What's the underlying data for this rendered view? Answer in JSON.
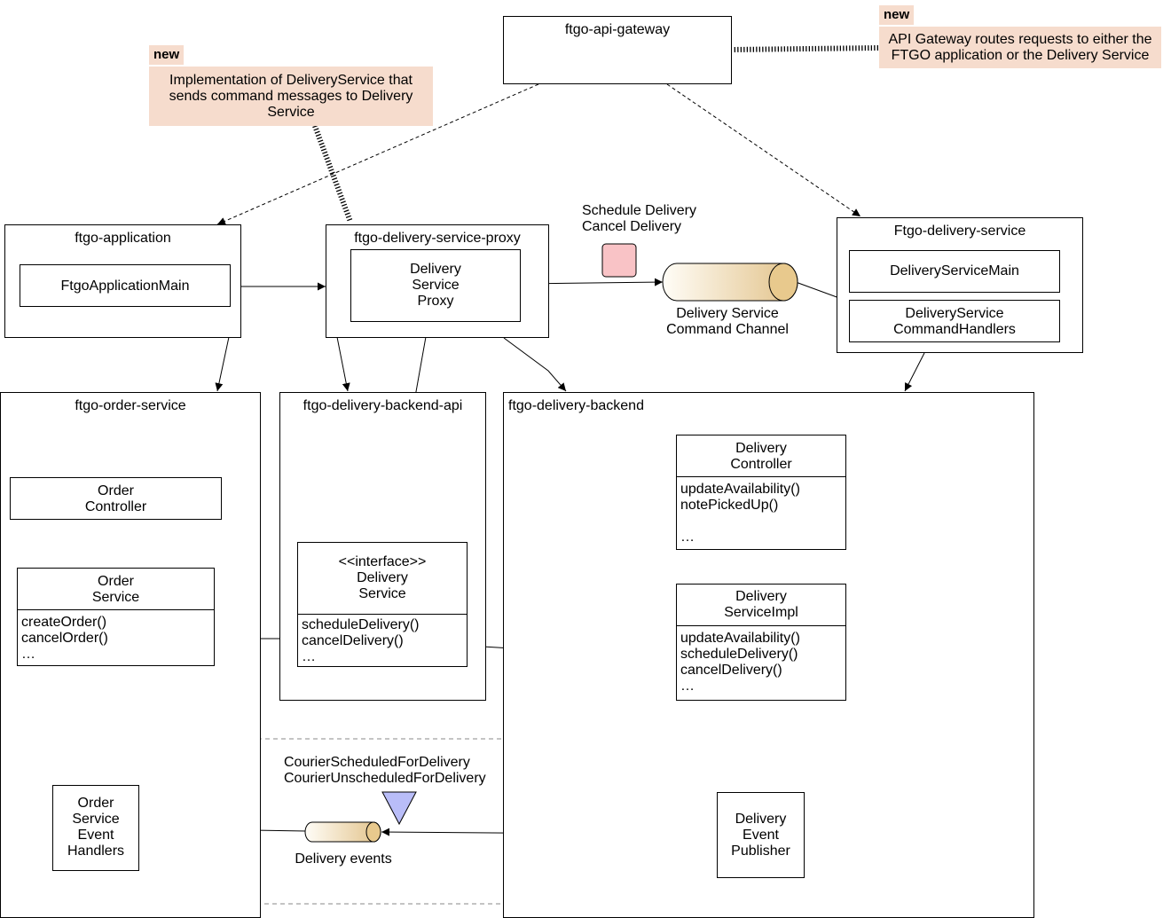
{
  "gateway": {
    "title": "ftgo-api-gateway"
  },
  "notes": {
    "proxy_tag": "new",
    "proxy_text": "Implementation of DeliveryService that\nsends command messages to Delivery\nService",
    "gateway_tag": "new",
    "gateway_text": "API Gateway routes requests to either the\nFTGO application or the Delivery Service"
  },
  "ftgo_application": {
    "title": "ftgo-application",
    "main": "FtgoApplicationMain"
  },
  "proxy": {
    "title": "ftgo-delivery-service-proxy",
    "inner": "Delivery\nService\nProxy"
  },
  "commands": {
    "label": "Schedule Delivery\nCancel Delivery"
  },
  "command_channel": {
    "label": "Delivery Service\nCommand Channel"
  },
  "delivery_service": {
    "title": "Ftgo-delivery-service",
    "main": "DeliveryServiceMain",
    "handlers": "DeliveryService\nCommandHandlers"
  },
  "order_service": {
    "title": "ftgo-order-service",
    "controller": "Order\nController",
    "service_name": "Order\nService",
    "service_methods": "createOrder()\ncancelOrder()\n…",
    "event_handlers": "Order\nService\nEvent\nHandlers"
  },
  "backend_api": {
    "title": "ftgo-delivery-backend-api",
    "interface_name": "<<interface>>\nDelivery\nService",
    "interface_methods": "scheduleDelivery()\ncancelDelivery()\n…"
  },
  "backend": {
    "title": "ftgo-delivery-backend",
    "controller_name": "Delivery\nController",
    "controller_methods": "updateAvailability()\nnotePickedUp()\n\n…",
    "impl_name": "Delivery\nServiceImpl",
    "impl_methods": "updateAvailability()\nscheduleDelivery()\ncancelDelivery()\n…",
    "publisher": "Delivery\nEvent\nPublisher"
  },
  "events": {
    "label": "CourierScheduledForDelivery\nCourierUnscheduledForDelivery"
  },
  "event_channel": {
    "label": "Delivery events"
  },
  "colors": {
    "note_fill": "#f6dccd",
    "command_message": "#f9c3c6",
    "event_message": "#b9bdf8",
    "channel_fill": "#e8c98d"
  }
}
